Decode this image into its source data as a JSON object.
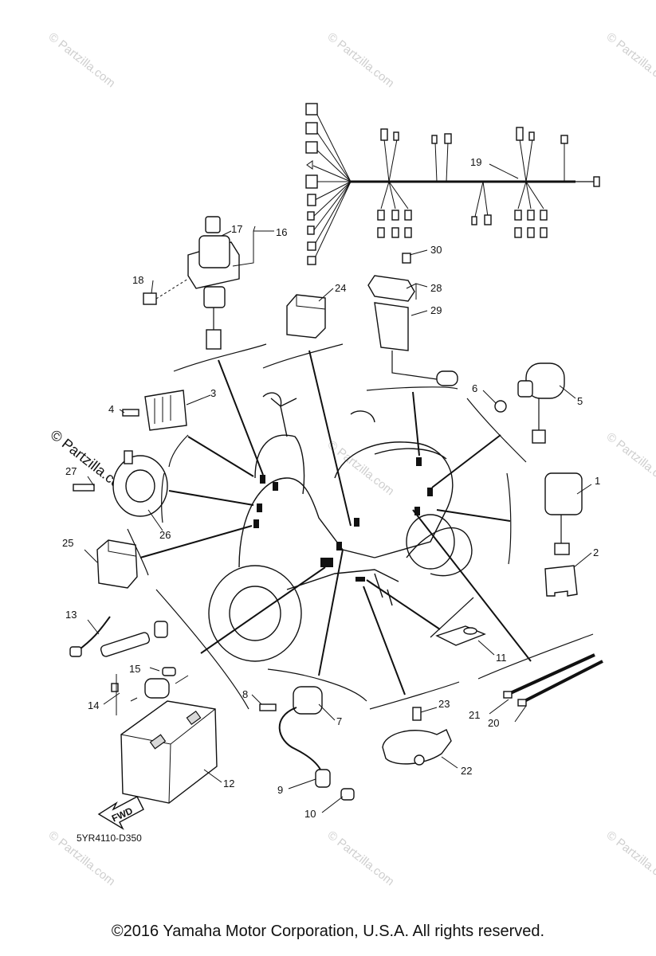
{
  "diagram": {
    "part_code": "5YR4110-D350",
    "fwd_label": "FWD",
    "watermark": "© Partzilla.com",
    "callouts": [
      "1",
      "2",
      "3",
      "4",
      "5",
      "6",
      "7",
      "8",
      "9",
      "10",
      "11",
      "12",
      "13",
      "14",
      "15",
      "16",
      "17",
      "18",
      "19",
      "20",
      "21",
      "22",
      "23",
      "24",
      "25",
      "26",
      "27",
      "28",
      "29",
      "30"
    ]
  },
  "footer": {
    "copyright": "©2016  Yamaha Motor Corporation, U.S.A. All rights reserved."
  }
}
